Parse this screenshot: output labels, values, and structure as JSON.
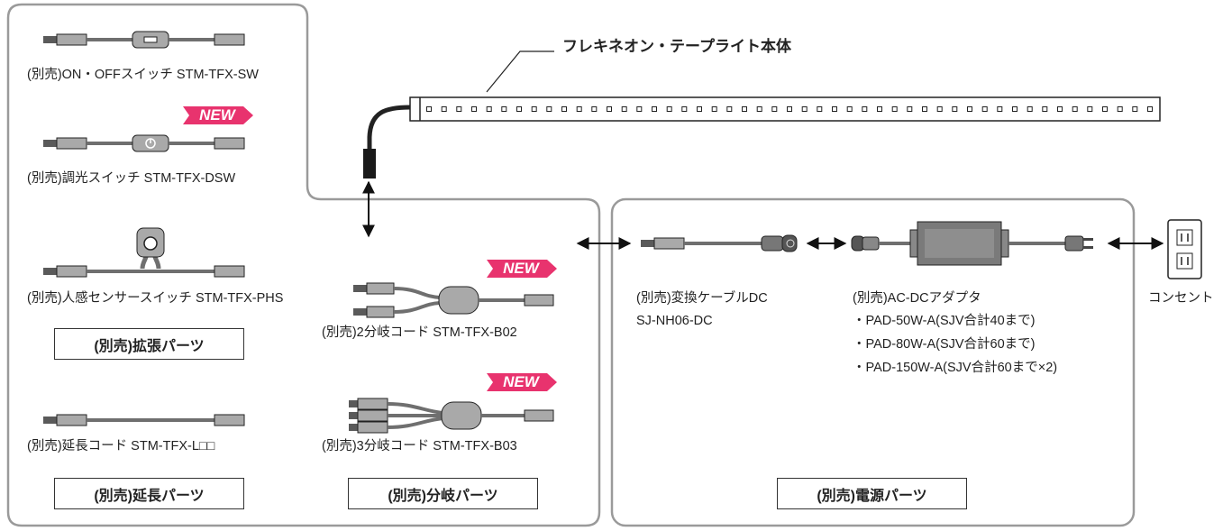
{
  "main_title": "フレキネオン・テープライト本体",
  "new_badge": "NEW",
  "parts": {
    "switch": "(別売)ON・OFFスイッチ STM-TFX-SW",
    "dimmer": "(別売)調光スイッチ STM-TFX-DSW",
    "sensor": "(別売)人感センサースイッチ STM-TFX-PHS",
    "extension_cord": "(別売)延長コード STM-TFX-L□□",
    "split2": "(別売)2分岐コード STM-TFX-B02",
    "split3": "(別売)3分岐コード STM-TFX-B03",
    "converter_line1": "(別売)変換ケーブルDC",
    "converter_line2": "SJ-NH06-DC",
    "adapter_title": "(別売)AC-DCアダプタ",
    "adapter_models": [
      "・PAD-50W-A(SJV合計40まで)",
      "・PAD-80W-A(SJV合計60まで)",
      "・PAD-150W-A(SJV合計60まで×2)"
    ],
    "outlet": "コンセント"
  },
  "categories": {
    "expansion": "(別売)拡張パーツ",
    "extension": "(別売)延長パーツ",
    "branch": "(別売)分岐パーツ",
    "power": "(別売)電源パーツ"
  },
  "colors": {
    "panel_border": "#9a9a9a",
    "cable": "#6f6f6f",
    "plug": "#5a5a5a",
    "connector_body": "#a9a9a9",
    "new_badge": "#e8336e",
    "outline": "#222222"
  },
  "icons": [
    "double-arrow-icon",
    "plug-icon",
    "outlet-icon",
    "adapter-icon",
    "switch-icon",
    "sensor-icon",
    "tape-light-icon"
  ]
}
